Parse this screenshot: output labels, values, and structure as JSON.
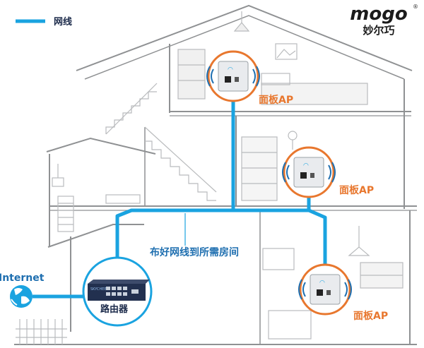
{
  "legend": {
    "label": "网线",
    "color": "#1aa3e0"
  },
  "brand": {
    "logo_text": "mogo",
    "chinese_name": "妙尔巧",
    "registered_mark": "®"
  },
  "access_points": [
    {
      "label": "面板AP"
    },
    {
      "label": "面板AP"
    },
    {
      "label": "面板AP"
    }
  ],
  "annotation": "布好网线到所需房间",
  "router": {
    "label": "路由器",
    "brand_text": "SKYCHEE"
  },
  "internet": {
    "label": "Internet"
  },
  "colors": {
    "cable": "#1aa3e0",
    "ap_ring": "#e8772e",
    "house_line": "#8f9193",
    "house_fill": "#f2f2f2"
  }
}
